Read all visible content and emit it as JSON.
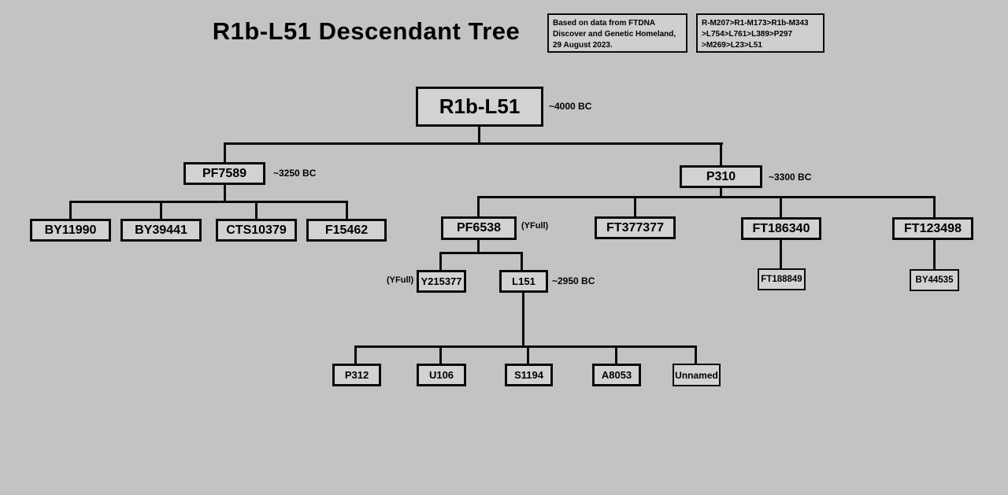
{
  "title": "R1b-L51 Descendant Tree",
  "source_box": {
    "lines": [
      "Based on data from FTDNA",
      "Discover and Genetic Homeland,",
      "29 August 2023."
    ]
  },
  "lineage_box": {
    "lines": [
      "R-M207>R1-M173>R1b-M343",
      ">L754>L761>L389>P297",
      ">M269>L23>L51"
    ]
  },
  "nodes": {
    "root": {
      "label": "R1b-L51",
      "date": "~4000 BC"
    },
    "pf7589": {
      "label": "PF7589",
      "date": "~3250 BC"
    },
    "p310": {
      "label": "P310",
      "date": "~3300 BC"
    },
    "by11990": {
      "label": "BY11990"
    },
    "by39441": {
      "label": "BY39441"
    },
    "cts10379": {
      "label": "CTS10379"
    },
    "f15462": {
      "label": "F15462"
    },
    "pf6538": {
      "label": "PF6538",
      "tag": "(YFull)"
    },
    "ft377377": {
      "label": "FT377377"
    },
    "ft186340": {
      "label": "FT186340"
    },
    "ft123498": {
      "label": "FT123498"
    },
    "y215377": {
      "label": "Y215377",
      "tag": "(YFull)"
    },
    "l151": {
      "label": "L151",
      "date": "~2950 BC"
    },
    "ft188849": {
      "label": "FT188849"
    },
    "by44535": {
      "label": "BY44535"
    },
    "p312": {
      "label": "P312"
    },
    "u106": {
      "label": "U106"
    },
    "s1194": {
      "label": "S1194"
    },
    "a8053": {
      "label": "A8053"
    },
    "unnamed": {
      "label": "Unnamed"
    }
  },
  "structure": {
    "R1b-L51": [
      "PF7589",
      "P310"
    ],
    "PF7589": [
      "BY11990",
      "BY39441",
      "CTS10379",
      "F15462"
    ],
    "P310": [
      "PF6538",
      "FT377377",
      "FT186340",
      "FT123498"
    ],
    "PF6538": [
      "Y215377",
      "L151"
    ],
    "FT186340": [
      "FT188849"
    ],
    "FT123498": [
      "BY44535"
    ],
    "L151": [
      "P312",
      "U106",
      "S1194",
      "A8053",
      "Unnamed"
    ]
  },
  "colors": {
    "background": "#c3c3c3",
    "box_fill": "#d2d2d2",
    "line": "#0a0a0a",
    "text": "#000000"
  }
}
